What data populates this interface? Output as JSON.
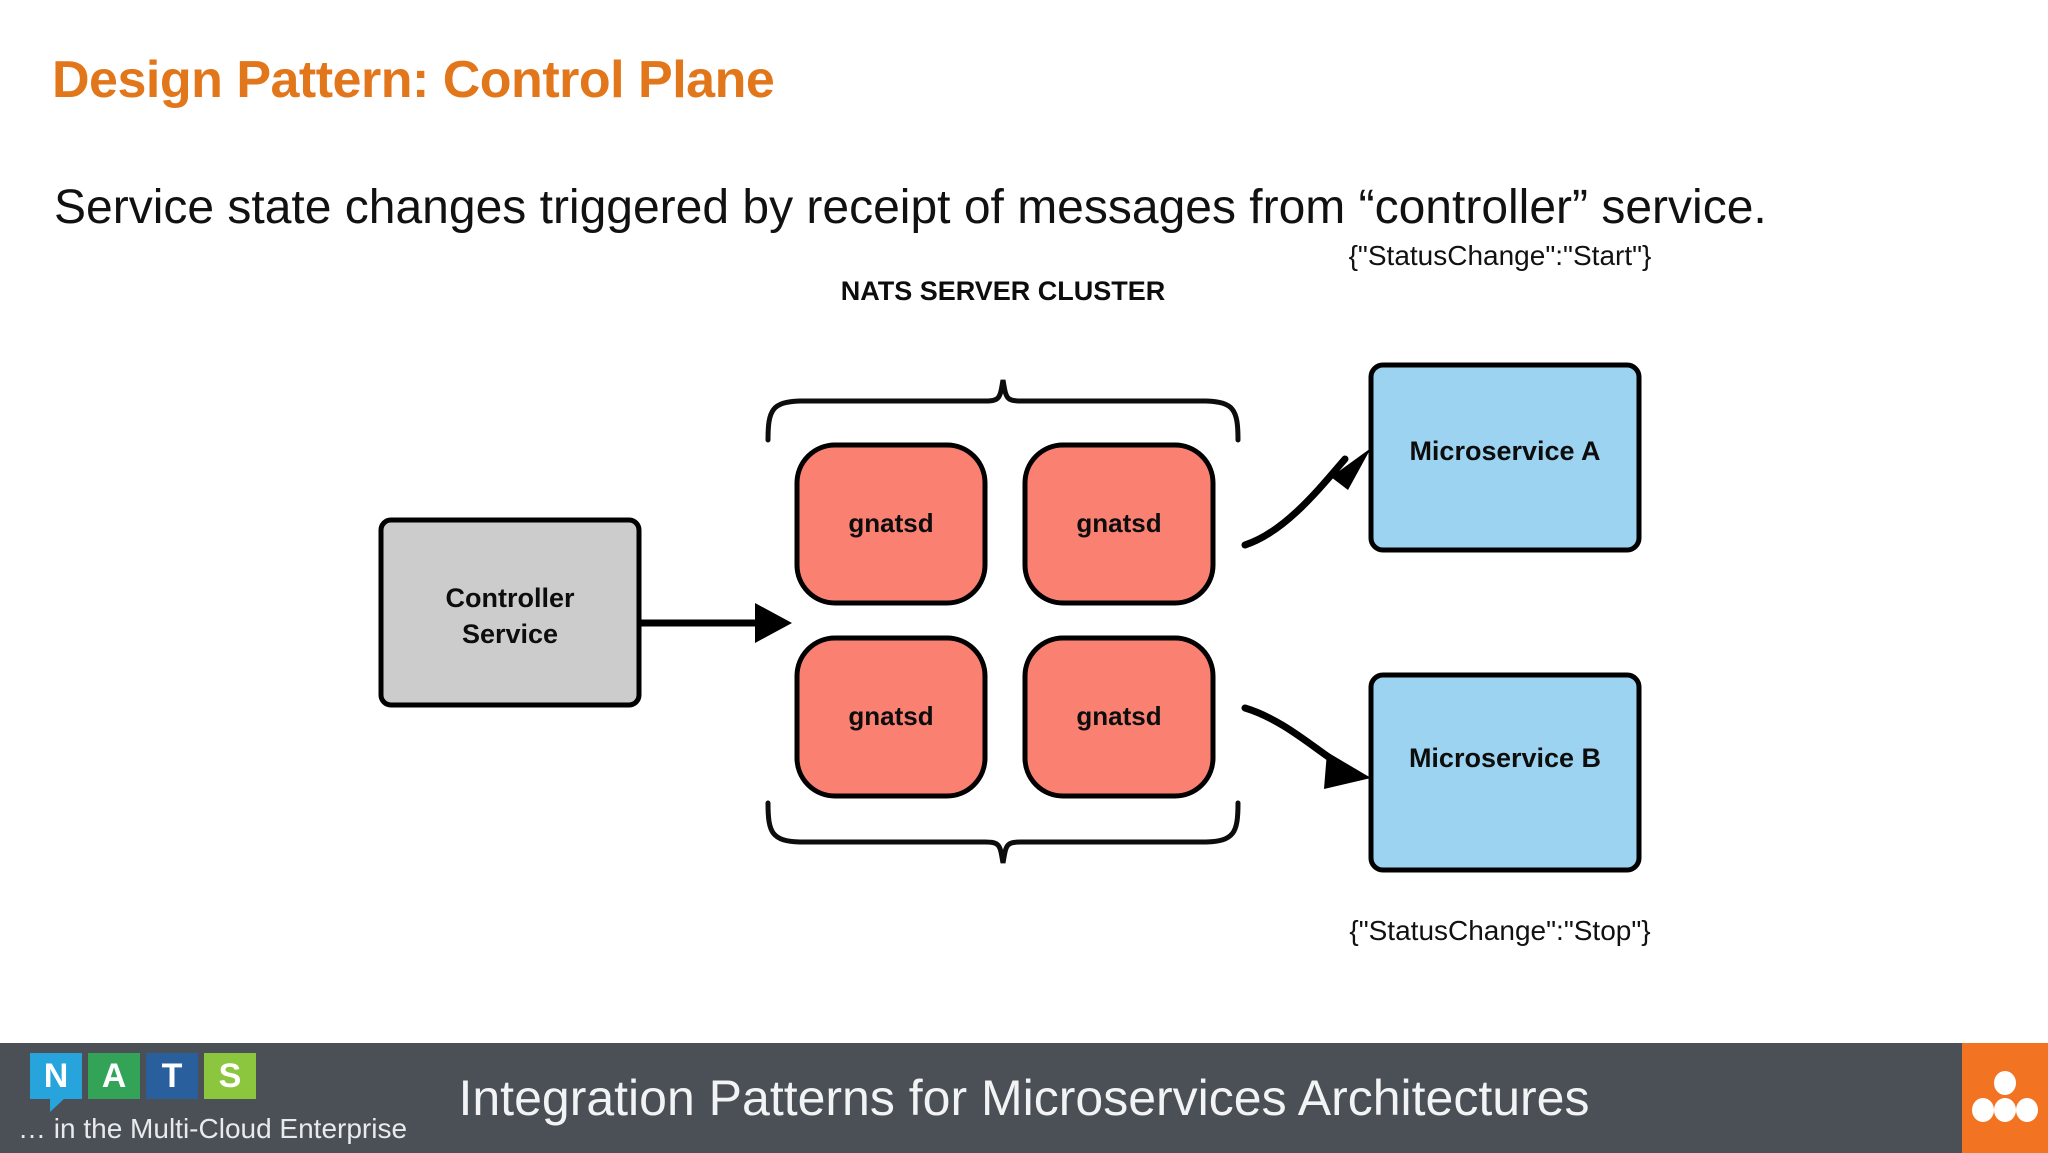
{
  "slide": {
    "title": "Design Pattern: Control Plane",
    "subtitle": "Service state changes triggered by receipt of messages from “controller” service.",
    "title_color": "#E2761B",
    "background": "#ffffff"
  },
  "diagram": {
    "cluster_title": "NATS SERVER CLUSTER",
    "controller": {
      "label_line1": "Controller",
      "label_line2": "Service",
      "fill": "#CCCCCC",
      "stroke": "#000000"
    },
    "gnatsd_nodes": [
      {
        "label": "gnatsd",
        "fill": "#FA8072"
      },
      {
        "label": "gnatsd",
        "fill": "#FA8072"
      },
      {
        "label": "gnatsd",
        "fill": "#FA8072"
      },
      {
        "label": "gnatsd",
        "fill": "#FA8072"
      }
    ],
    "microservices": [
      {
        "label": "Microservice A",
        "fill": "#9CD3F0",
        "message": "{\"StatusChange\":\"Start\"}"
      },
      {
        "label": "Microservice B",
        "fill": "#9CD3F0",
        "message": "{\"StatusChange\":\"Stop\"}"
      }
    ],
    "messages": {
      "start": "{\"StatusChange\":\"Start\"}",
      "stop": "{\"StatusChange\":\"Stop\"}"
    }
  },
  "footer": {
    "title": "Integration Patterns for Microservices Architectures",
    "tagline": "… in the Multi-Cloud Enterprise",
    "background": "#4A5056",
    "badge_color": "#F27321",
    "logo": {
      "letters": [
        "N",
        "A",
        "T",
        "S"
      ],
      "colors": [
        "#27A4DC",
        "#33A457",
        "#2A5F9E",
        "#8CC63F"
      ]
    }
  }
}
